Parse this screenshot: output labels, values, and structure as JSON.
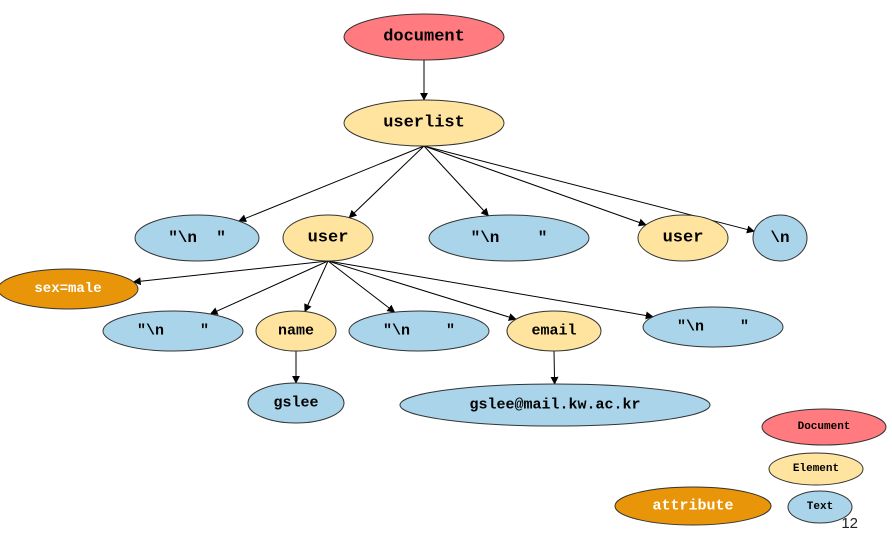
{
  "colors": {
    "document": "#FF7B7F",
    "element": "#FFE4A0",
    "text": "#A9D4EA",
    "attribute": "#E8950A",
    "stroke": "#333333",
    "attribute_text": "#ffffff"
  },
  "nodes": {
    "document": {
      "label": "document",
      "type": "document"
    },
    "userlist": {
      "label": "userlist",
      "type": "element"
    },
    "text1": {
      "label": "\"\\n  \"",
      "type": "text"
    },
    "user1": {
      "label": "user",
      "type": "element"
    },
    "text2": {
      "label": "\"\\n    \"",
      "type": "text"
    },
    "user2": {
      "label": "user",
      "type": "element"
    },
    "text3": {
      "label": "\\n",
      "type": "text"
    },
    "sex_attr": {
      "label": "sex=male",
      "type": "attribute"
    },
    "text4": {
      "label": "\"\\n    \"",
      "type": "text"
    },
    "name": {
      "label": "name",
      "type": "element"
    },
    "text5": {
      "label": "\"\\n    \"",
      "type": "text"
    },
    "email": {
      "label": "email",
      "type": "element"
    },
    "text6": {
      "label": "\"\\n    \"",
      "type": "text"
    },
    "gslee": {
      "label": "gslee",
      "type": "text"
    },
    "email_value": {
      "label": "gslee@mail.kw.ac.kr",
      "type": "text"
    }
  },
  "edges": [
    [
      "document",
      "userlist"
    ],
    [
      "userlist",
      "text1"
    ],
    [
      "userlist",
      "user1"
    ],
    [
      "userlist",
      "text2"
    ],
    [
      "userlist",
      "user2"
    ],
    [
      "userlist",
      "text3"
    ],
    [
      "user1",
      "sex_attr"
    ],
    [
      "user1",
      "text4"
    ],
    [
      "user1",
      "name"
    ],
    [
      "user1",
      "text5"
    ],
    [
      "user1",
      "email"
    ],
    [
      "user1",
      "text6"
    ],
    [
      "name",
      "gslee"
    ],
    [
      "email",
      "email_value"
    ]
  ],
  "legend": {
    "document": {
      "label": "Document",
      "type": "document"
    },
    "element": {
      "label": "Element",
      "type": "element"
    },
    "attribute": {
      "label": "attribute",
      "type": "attribute"
    },
    "text": {
      "label": "Text",
      "type": "text"
    }
  },
  "page_number": "12"
}
